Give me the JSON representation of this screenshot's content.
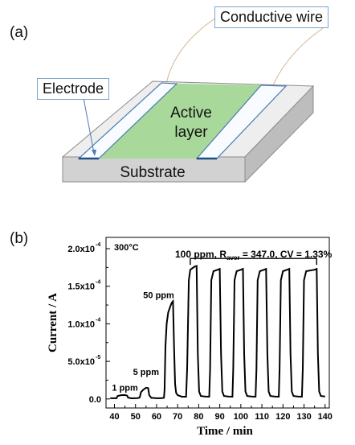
{
  "panel_a": {
    "label": "(a)",
    "callouts": {
      "conductive_wire": "Conductive wire",
      "electrode": "Electrode"
    },
    "active_layer": [
      "Active",
      "layer"
    ],
    "substrate": "Substrate",
    "colors": {
      "active": "#a8d89a",
      "substrate_top": "#eeeeee",
      "substrate_front": "#d2d2d2",
      "substrate_side": "#bdbdbd",
      "callout_border": "#7aa6cf",
      "electrode_edge": "#1f4f88"
    }
  },
  "panel_b": {
    "label": "(b)",
    "temperature": "300°C",
    "bracket_label": "100 ppm, R",
    "bracket_sub": "aver",
    "bracket_rest": " = 347.0, CV = 1.33%",
    "dose_labels": [
      "1 ppm",
      "5 ppm",
      "50 ppm"
    ]
  },
  "chart_data": {
    "type": "line",
    "xlabel": "Time / min",
    "ylabel": "Current / A",
    "xlim": [
      36,
      142
    ],
    "ylim": [
      -1.2e-05,
      0.000215
    ],
    "xticks": [
      40,
      50,
      60,
      70,
      80,
      90,
      100,
      110,
      120,
      130,
      140
    ],
    "yticks": [
      {
        "value": 0.0,
        "mant": "0.0",
        "exp": ""
      },
      {
        "value": 5e-05,
        "mant": "5.0x10",
        "exp": "-5"
      },
      {
        "value": 0.0001,
        "mant": "1.0x10",
        "exp": "-4"
      },
      {
        "value": 0.00015,
        "mant": "1.5x10",
        "exp": "-4"
      },
      {
        "value": 0.0002,
        "mant": "2.0x10",
        "exp": "-4"
      }
    ],
    "series": [
      {
        "x": [
          38,
          41,
          41.5,
          43,
          45,
          46,
          46.5,
          48,
          51,
          52,
          52.6,
          53.4,
          54,
          54.6,
          55,
          56,
          56.5,
          57.5,
          60,
          62,
          63.5,
          63.8,
          64.2,
          64.8,
          65.5,
          66.5,
          67.2,
          67.8,
          68.3,
          68.8,
          69.3,
          70,
          72,
          74,
          74.5,
          75.3,
          76,
          78,
          79,
          79.6,
          80.2,
          81,
          83,
          85,
          85.4,
          86,
          87,
          89,
          90,
          90.6,
          91.2,
          92,
          94,
          96,
          96.4,
          97,
          98,
          100,
          101,
          101.6,
          102.2,
          103,
          105,
          107,
          107.4,
          108,
          109,
          111,
          112,
          112.6,
          113.2,
          114,
          116,
          118,
          118.4,
          119,
          120,
          122,
          123,
          123.6,
          124.2,
          125,
          127,
          129,
          129.4,
          130,
          131,
          135,
          136,
          136.6,
          137.2,
          138,
          140
        ],
        "y": [
          1e-06,
          1e-06,
          4e-06,
          5e-06,
          5.2e-06,
          4.5e-06,
          1.8e-06,
          8e-07,
          1.2e-06,
          2e-06,
          9e-06,
          1.15e-05,
          1.3e-05,
          1.4e-05,
          1.5e-05,
          1.45e-05,
          5e-06,
          1.5e-06,
          1e-06,
          1e-06,
          1.5e-06,
          1.2e-05,
          7e-05,
          0.0001,
          0.000115,
          0.000123,
          0.000128,
          0.00013,
          7e-05,
          2e-05,
          8e-06,
          5e-06,
          3e-06,
          3e-06,
          4e-05,
          0.000158,
          0.000172,
          0.000176,
          0.000177,
          6e-05,
          1e-05,
          4e-06,
          3.2e-06,
          3e-06,
          4e-05,
          0.000158,
          0.00017,
          0.000172,
          0.000173,
          6e-05,
          1e-05,
          4e-06,
          3.2e-06,
          3e-06,
          4e-05,
          0.000158,
          0.00017,
          0.000172,
          0.000173,
          6e-05,
          1e-05,
          4e-06,
          3.2e-06,
          3e-06,
          4e-05,
          0.000158,
          0.00017,
          0.000172,
          0.000173,
          6e-05,
          1e-05,
          4e-06,
          3.2e-06,
          3e-06,
          4e-05,
          0.000158,
          0.00017,
          0.000172,
          0.000173,
          6e-05,
          1e-05,
          4e-06,
          3.2e-06,
          3e-06,
          4e-05,
          0.000158,
          0.00017,
          0.000172,
          0.000173,
          6e-05,
          1e-05,
          4e-06,
          3.2e-06
        ]
      }
    ],
    "bracket": {
      "x_start": 76,
      "x_end": 136,
      "y": 0.000187
    },
    "annotations": [
      {
        "x": 45,
        "y": 1.1e-05,
        "dose": 0
      },
      {
        "x": 55,
        "y": 3.2e-05,
        "dose": 1
      },
      {
        "x": 61,
        "y": 0.000134,
        "dose": 2
      }
    ],
    "grid": false,
    "colors": {
      "line": "#000000"
    }
  }
}
